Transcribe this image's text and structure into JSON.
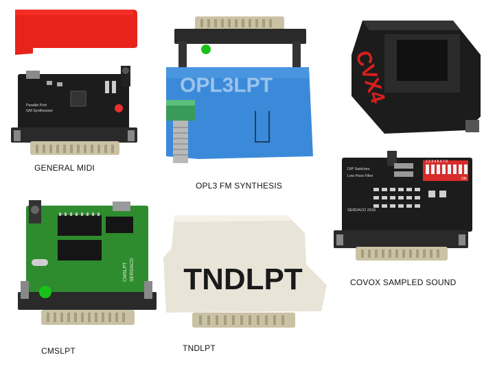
{
  "captions": {
    "general_midi": "GENERAL MIDI",
    "opl3": "OPL3 FM SYNTHESIS",
    "covox": "COVOX SAMPLED SOUND",
    "cmslpt": "CMSLPT",
    "tndlpt": "TNDLPT"
  },
  "device_text": {
    "opl3_case": "OPL3LPT",
    "cvx4_case": "CVX4",
    "tndlpt_case": "TNDLPT",
    "cmslpt_board_1": "CMSLPT",
    "cmslpt_board_2": "SERDACO",
    "midi_board_1": "Parallel Port",
    "midi_board_2": "GM Synthesizer",
    "covox_board_1": "DIP Switches",
    "covox_board_2": "Low Pass Filter",
    "covox_board_3": "SERDACO 2018",
    "covox_dip": "1 2 3 4 5 6 7 8",
    "covox_on": "ON"
  },
  "colors": {
    "red_cover": "#e8231b",
    "pcb_black": "#1c1c1c",
    "pcb_green": "#2e8b2e",
    "opl3_blue": "#3b8ad9",
    "tnd_beige": "#e9e4d8",
    "cvx_red": "#d8201c",
    "connector_metal": "#c9c2a4",
    "green_dot": "#19c219"
  }
}
